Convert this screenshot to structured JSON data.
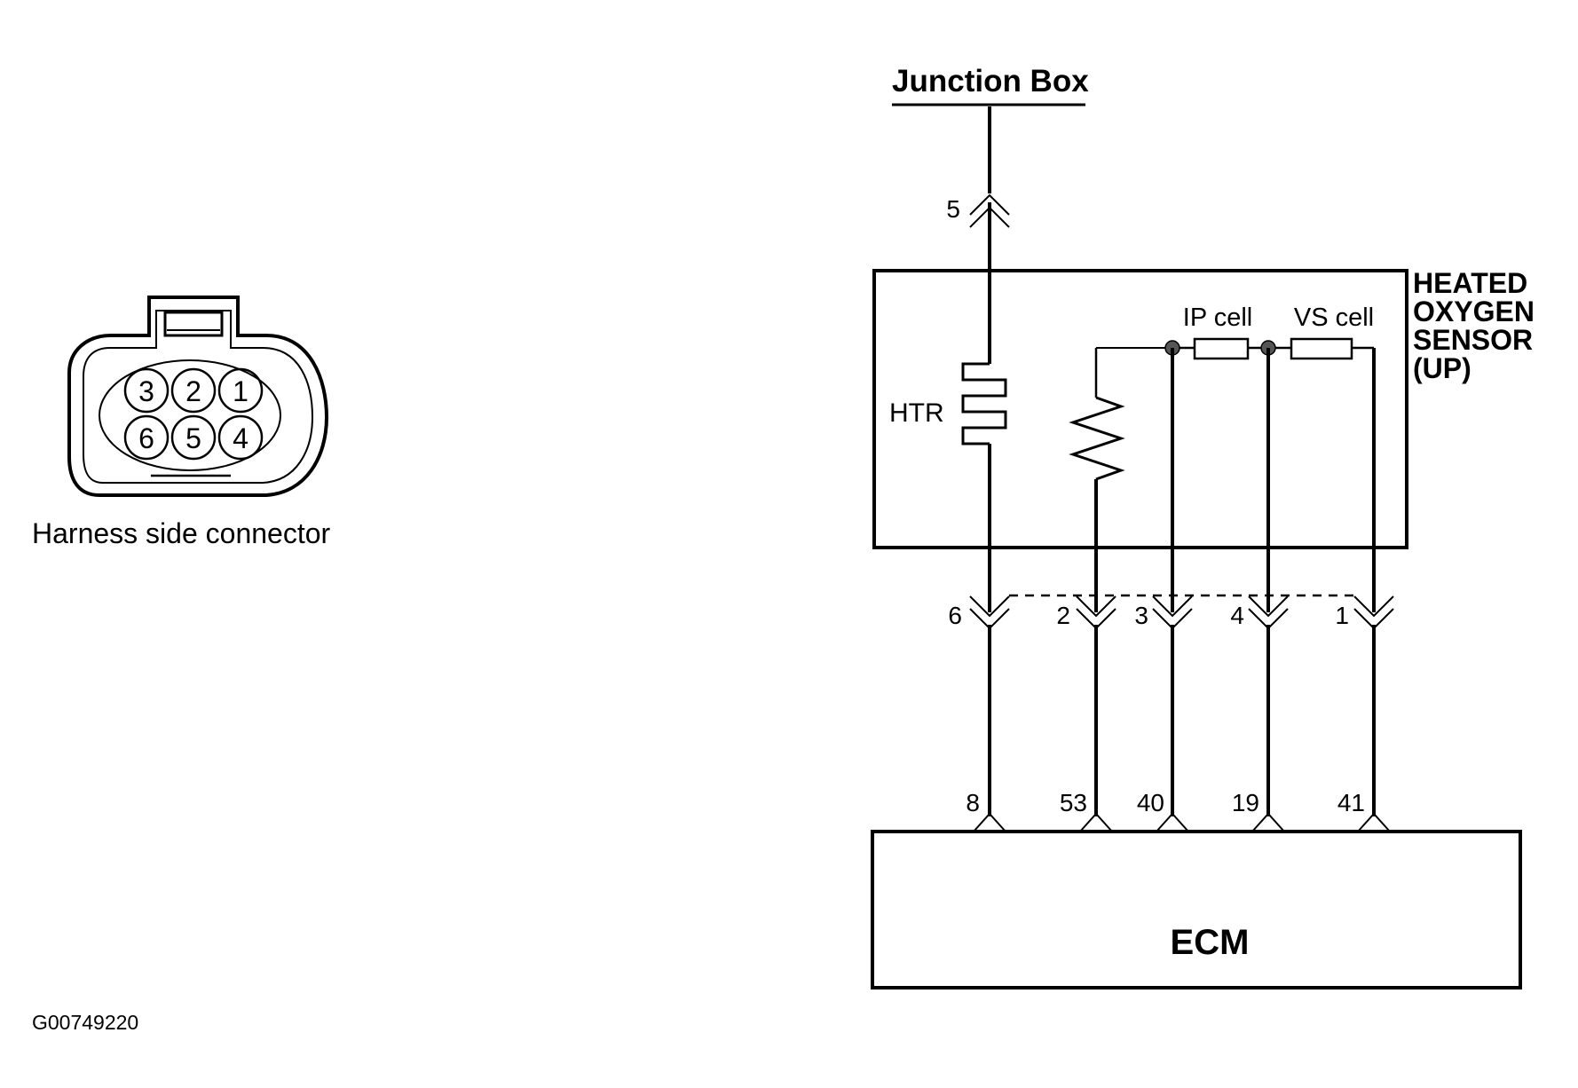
{
  "connector": {
    "pins_top": [
      "3",
      "2",
      "1"
    ],
    "pins_bottom": [
      "6",
      "5",
      "4"
    ],
    "caption": "Harness side connector"
  },
  "junction_box": {
    "label": "Junction Box",
    "pin": "5"
  },
  "sensor": {
    "title_lines": [
      "HEATED",
      "OXYGEN",
      "SENSOR",
      "(UP)"
    ],
    "heater_label": "HTR",
    "ip_cell_label": "IP cell",
    "vs_cell_label": "VS cell"
  },
  "sensor_pins": [
    "6",
    "2",
    "3",
    "4",
    "1"
  ],
  "ecm_pins": [
    "8",
    "53",
    "40",
    "19",
    "41"
  ],
  "ecm": {
    "label": "ECM"
  },
  "figure_id": "G00749220"
}
